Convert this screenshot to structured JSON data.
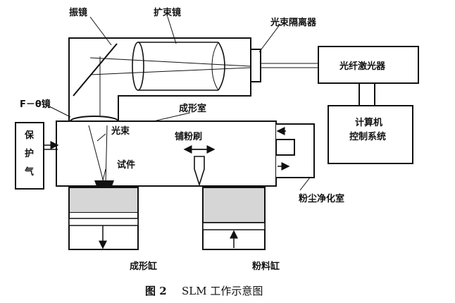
{
  "labels": {
    "galvo": "振镜",
    "expander": "扩束镜",
    "isolator": "光束隔离器",
    "laser": "光纤激光器",
    "computer_line1": "计算机",
    "computer_line2": "控制系统",
    "f_theta": "F－θ镜",
    "chamber": "成形室",
    "beam": "光束",
    "recoater": "铺粉刷",
    "part": "试件",
    "gas_1": "保",
    "gas_2": "护",
    "gas_3": "气",
    "dust": "粉尘净化室",
    "build_cyl": "成形缸",
    "powder_cyl": "粉料缸"
  },
  "caption": {
    "fig": "图 2",
    "text": "SLM 工作示意图"
  }
}
